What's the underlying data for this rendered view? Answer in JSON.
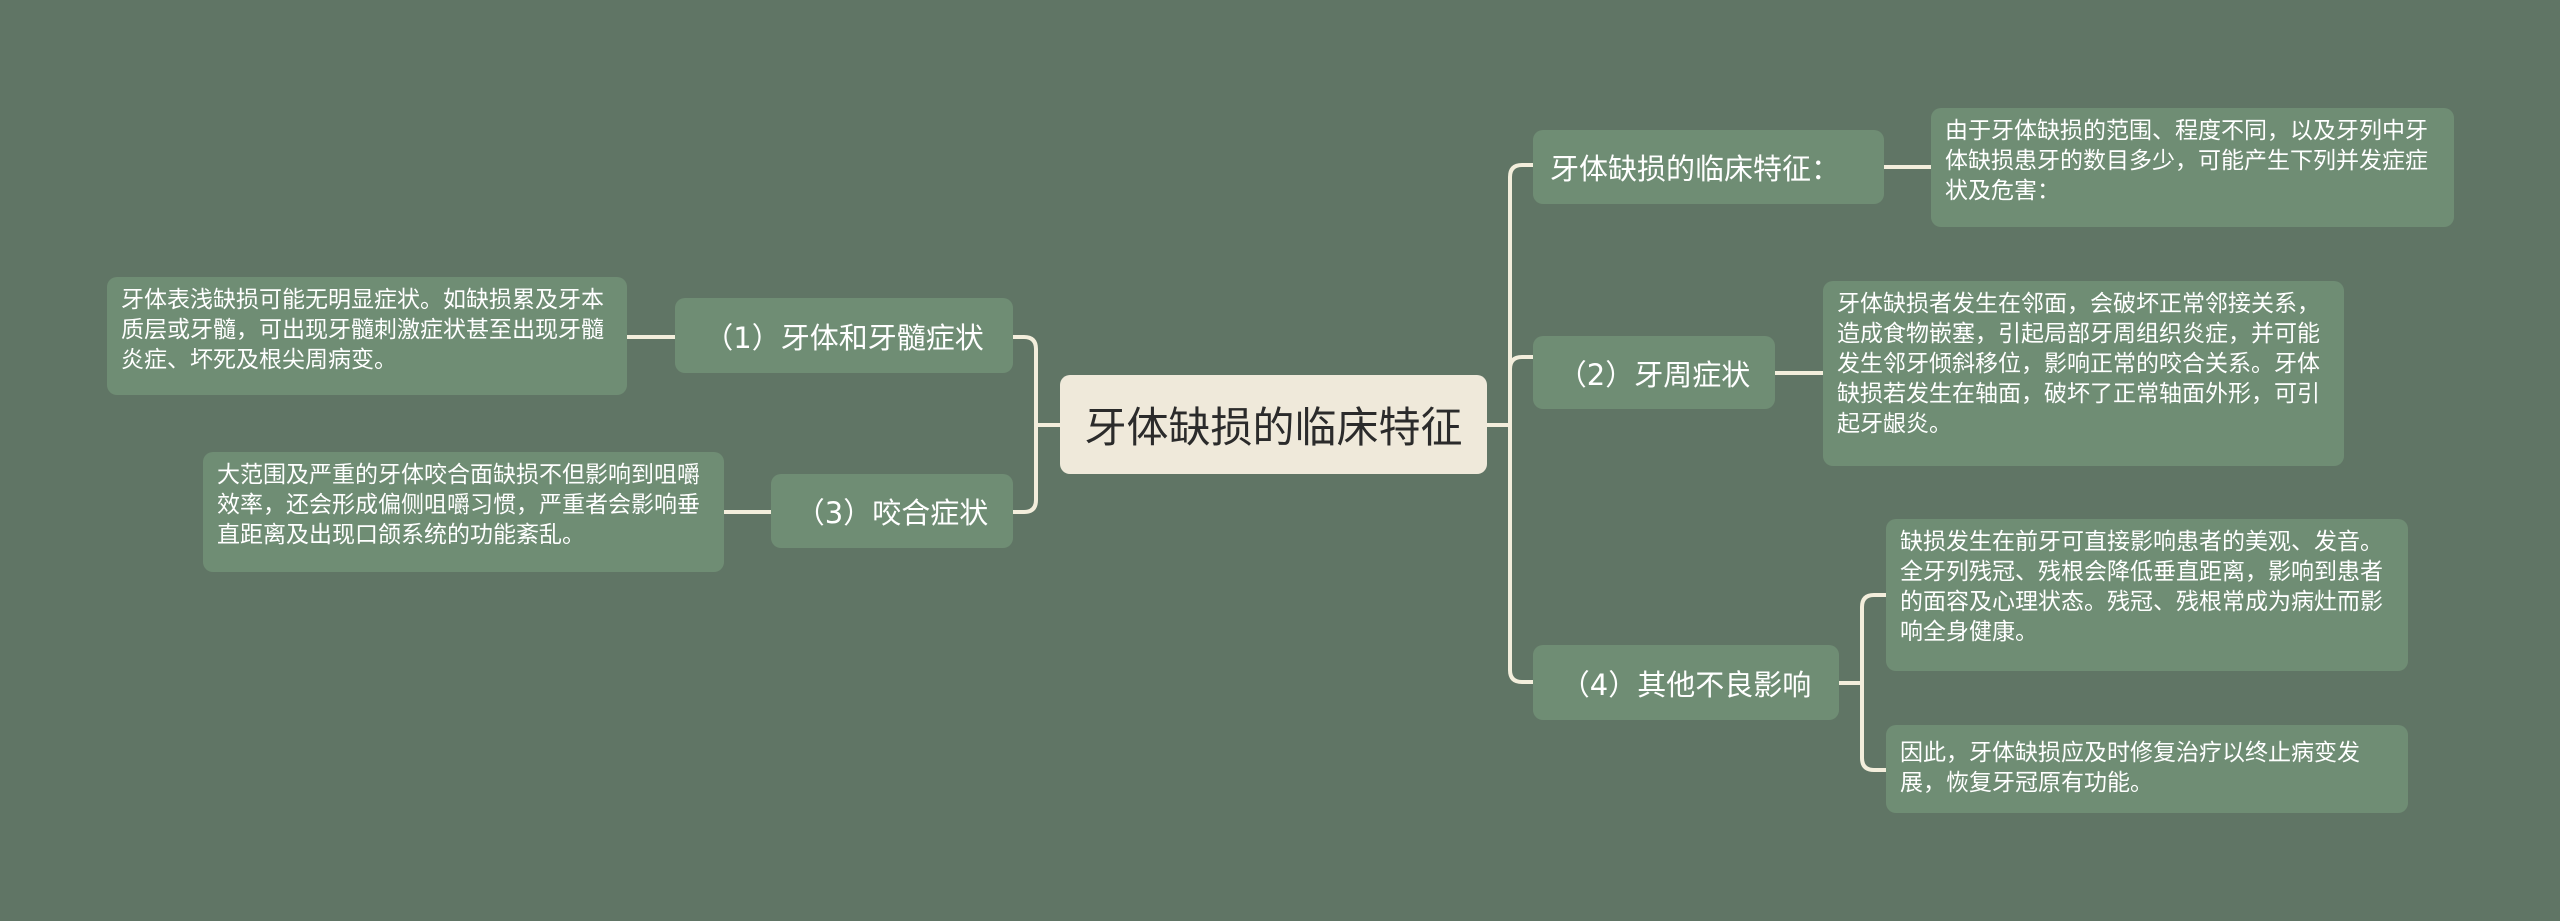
{
  "root": {
    "label": "牙体缺损的临床特征"
  },
  "right_branches": [
    {
      "label": "牙体缺损的临床特征：",
      "details": [
        "由于牙体缺损的范围、程度不同，以及牙列中牙体缺损患牙的数目多少，可能产生下列并发症症状及危害："
      ]
    },
    {
      "label": "（2）牙周症状",
      "details": [
        "牙体缺损者发生在邻面，会破坏正常邻接关系，造成食物嵌塞，引起局部牙周组织炎症，并可能发生邻牙倾斜移位，影响正常的咬合关系。牙体缺损若发生在轴面，破坏了正常轴面外形，可引起牙龈炎。"
      ]
    },
    {
      "label": "（4）其他不良影响",
      "details": [
        "缺损发生在前牙可直接影响患者的美观、发音。全牙列残冠、残根会降低垂直距离，影响到患者的面容及心理状态。残冠、残根常成为病灶而影响全身健康。",
        "因此，牙体缺损应及时修复治疗以终止病变发展，恢复牙冠原有功能。"
      ]
    }
  ],
  "left_branches": [
    {
      "label": "（1）牙体和牙髓症状",
      "details": [
        "牙体表浅缺损可能无明显症状。如缺损累及牙本质层或牙髓，可出现牙髓刺激症状甚至出现牙髓炎症、坏死及根尖周病变。"
      ]
    },
    {
      "label": "（3）咬合症状",
      "details": [
        "大范围及严重的牙体咬合面缺损不但影响到咀嚼效率，还会形成偏侧咀嚼习惯，严重者会影响垂直距离及出现口颌系统的功能紊乱。"
      ]
    }
  ],
  "colors": {
    "background": "#607565",
    "node_fill": "#6f8d74",
    "root_fill": "#efe9da",
    "line": "#f3eedc",
    "node_text": "#ffffff",
    "root_text": "#2b2b2b"
  }
}
